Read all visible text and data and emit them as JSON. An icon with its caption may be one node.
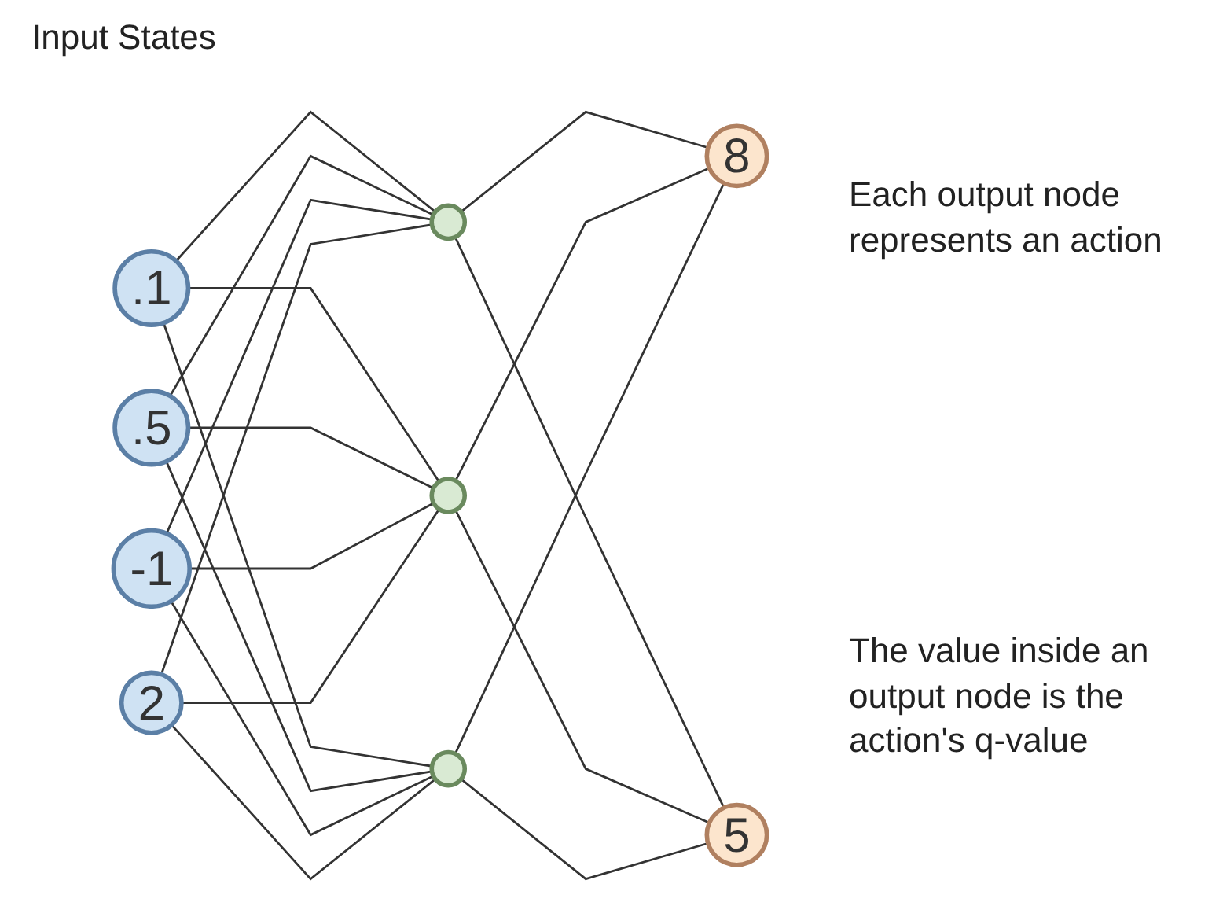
{
  "diagram": {
    "nodes": [
      {
        "text": [
          ".1"
        ]
      },
      {
        "text": [
          ".5"
        ]
      },
      {
        "text": [
          "-1"
        ]
      },
      {
        "text": [
          "2"
        ]
      },
      {
        "text": [],
        "shape": "circle"
      },
      {
        "text": [],
        "shape": "circle"
      },
      {
        "text": [],
        "shape": "circle"
      },
      {
        "text": [
          "8"
        ]
      },
      {
        "text": [
          "5"
        ]
      }
    ],
    "edges": [
      {
        "from": 0,
        "to": 4,
        "arrow": "none"
      },
      {
        "from": 0,
        "to": 5,
        "arrow": "none"
      },
      {
        "from": 0,
        "to": 6,
        "arrow": "none"
      },
      {
        "from": 1,
        "to": 4,
        "arrow": "none"
      },
      {
        "from": 1,
        "to": 5,
        "arrow": "none"
      },
      {
        "from": 1,
        "to": 6,
        "arrow": "none"
      },
      {
        "from": 2,
        "to": 4,
        "arrow": "none"
      },
      {
        "from": 2,
        "to": 5,
        "arrow": "none"
      },
      {
        "from": 2,
        "to": 6,
        "arrow": "none"
      },
      {
        "from": 3,
        "to": 4,
        "arrow": "none"
      },
      {
        "from": 3,
        "to": 5,
        "arrow": "none"
      },
      {
        "from": 3,
        "to": 6,
        "arrow": "none"
      },
      {
        "from": 4,
        "to": 7,
        "arrow": "none"
      },
      {
        "from": 4,
        "to": 8,
        "arrow": "none"
      },
      {
        "from": 5,
        "to": 7,
        "arrow": "none"
      },
      {
        "from": 5,
        "to": 8,
        "arrow": "none"
      },
      {
        "from": 6,
        "to": 7,
        "arrow": "none"
      },
      {
        "from": 6,
        "to": 8,
        "arrow": "none"
      }
    ],
    "labels": [
      "Input States",
      "Each output node represents an action",
      "The value inside an output node is the action's q-value"
    ]
  }
}
